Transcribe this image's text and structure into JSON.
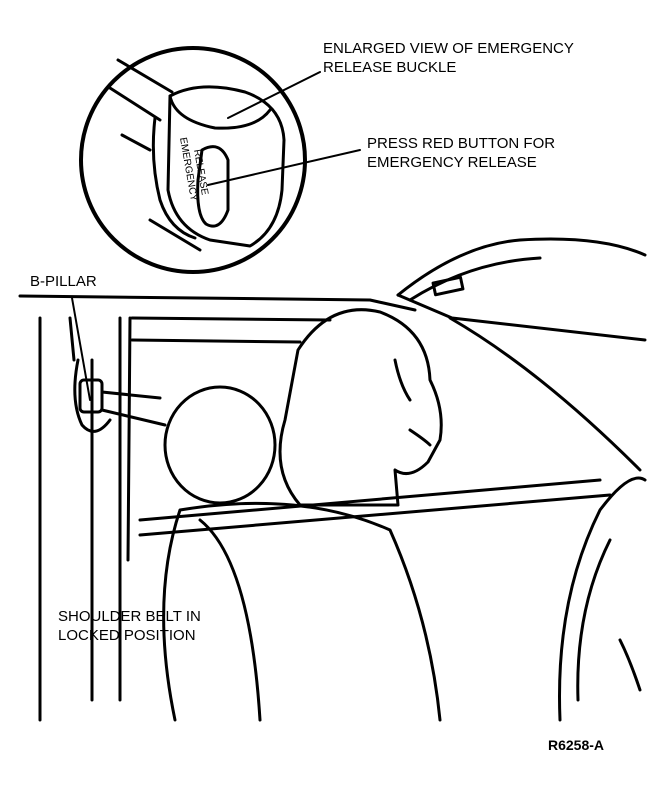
{
  "labels": {
    "enlarged_view": [
      "ENLARGED VIEW OF EMERGENCY",
      "RELEASE BUCKLE"
    ],
    "press_button": [
      "PRESS RED BUTTON FOR",
      "EMERGENCY RELEASE"
    ],
    "b_pillar": "B-PILLAR",
    "shoulder_belt": [
      "SHOULDER BELT IN",
      "LOCKED POSITION"
    ],
    "buckle_text": [
      "EMERGENCY",
      "RELEASE"
    ],
    "figure_ref": "R6258-A"
  }
}
